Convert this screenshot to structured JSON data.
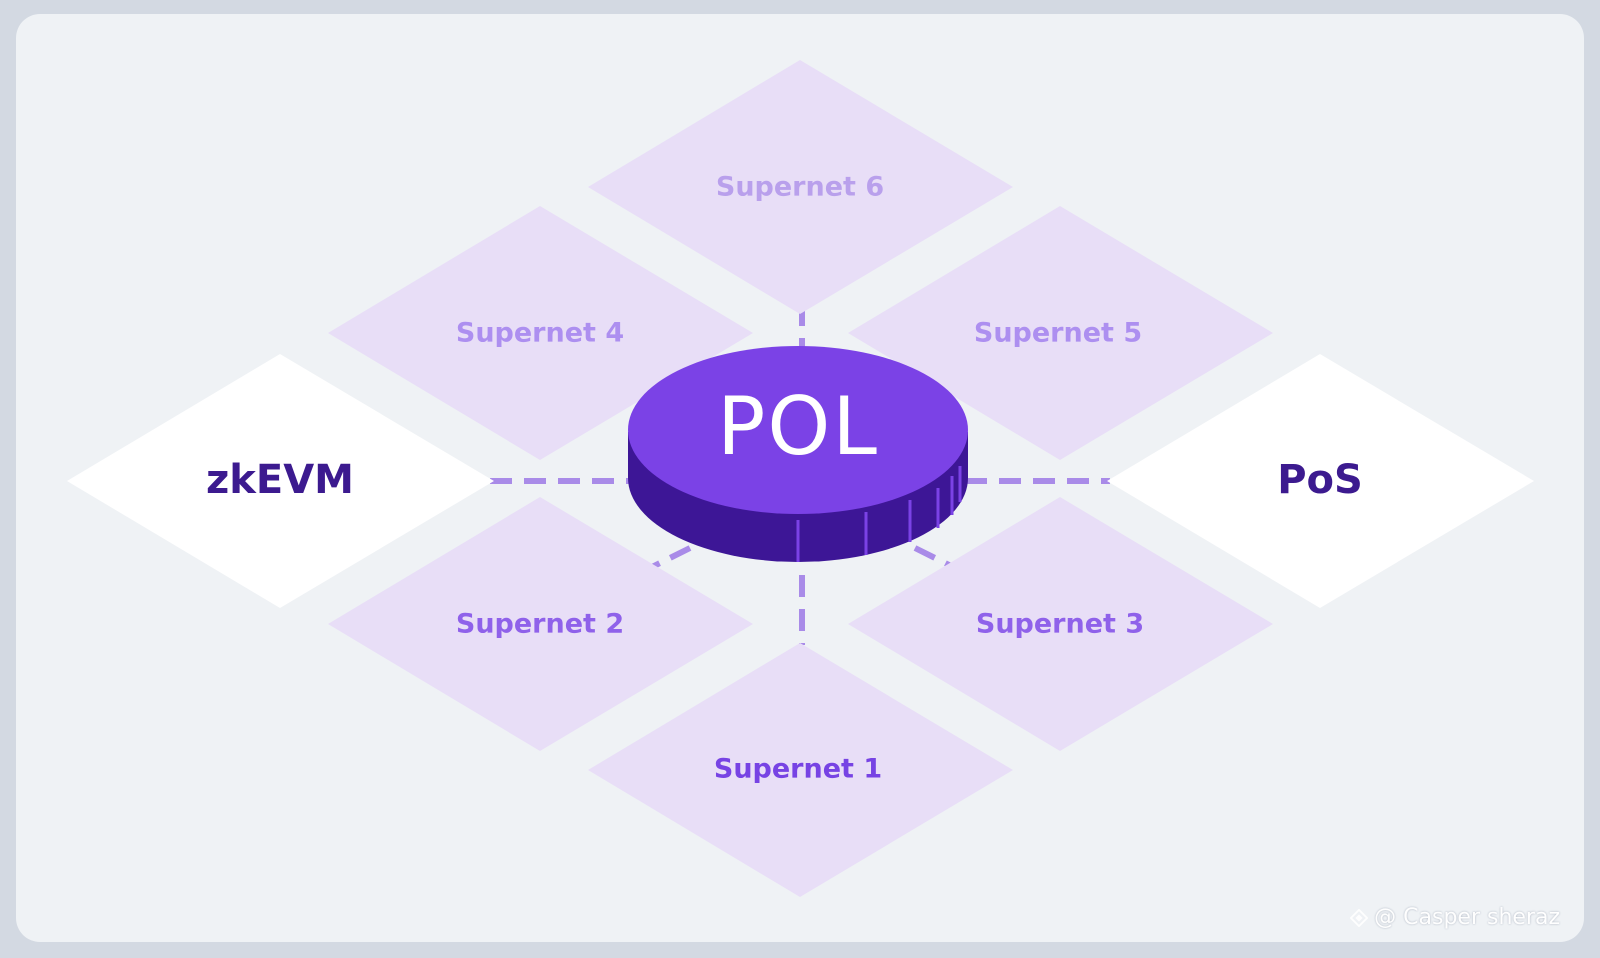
{
  "diagram": {
    "center": {
      "label": "POL"
    },
    "nodes": {
      "zkevm": "zkEVM",
      "pos": "PoS",
      "supernet1": "Supernet 1",
      "supernet2": "Supernet 2",
      "supernet3": "Supernet 3",
      "supernet4": "Supernet 4",
      "supernet5": "Supernet 5",
      "supernet6": "Supernet 6"
    },
    "colors": {
      "background": "#eff2f5",
      "frame": "#d3d9e2",
      "supernet_fill": "#e8def7",
      "chain_fill": "#ffffff",
      "chain_text": "#3c1a8f",
      "coin_top": "#7b42e6",
      "coin_side": "#3d1696",
      "dash": "#a98be8"
    }
  },
  "watermark": {
    "text": "@ Casper sheraz"
  }
}
